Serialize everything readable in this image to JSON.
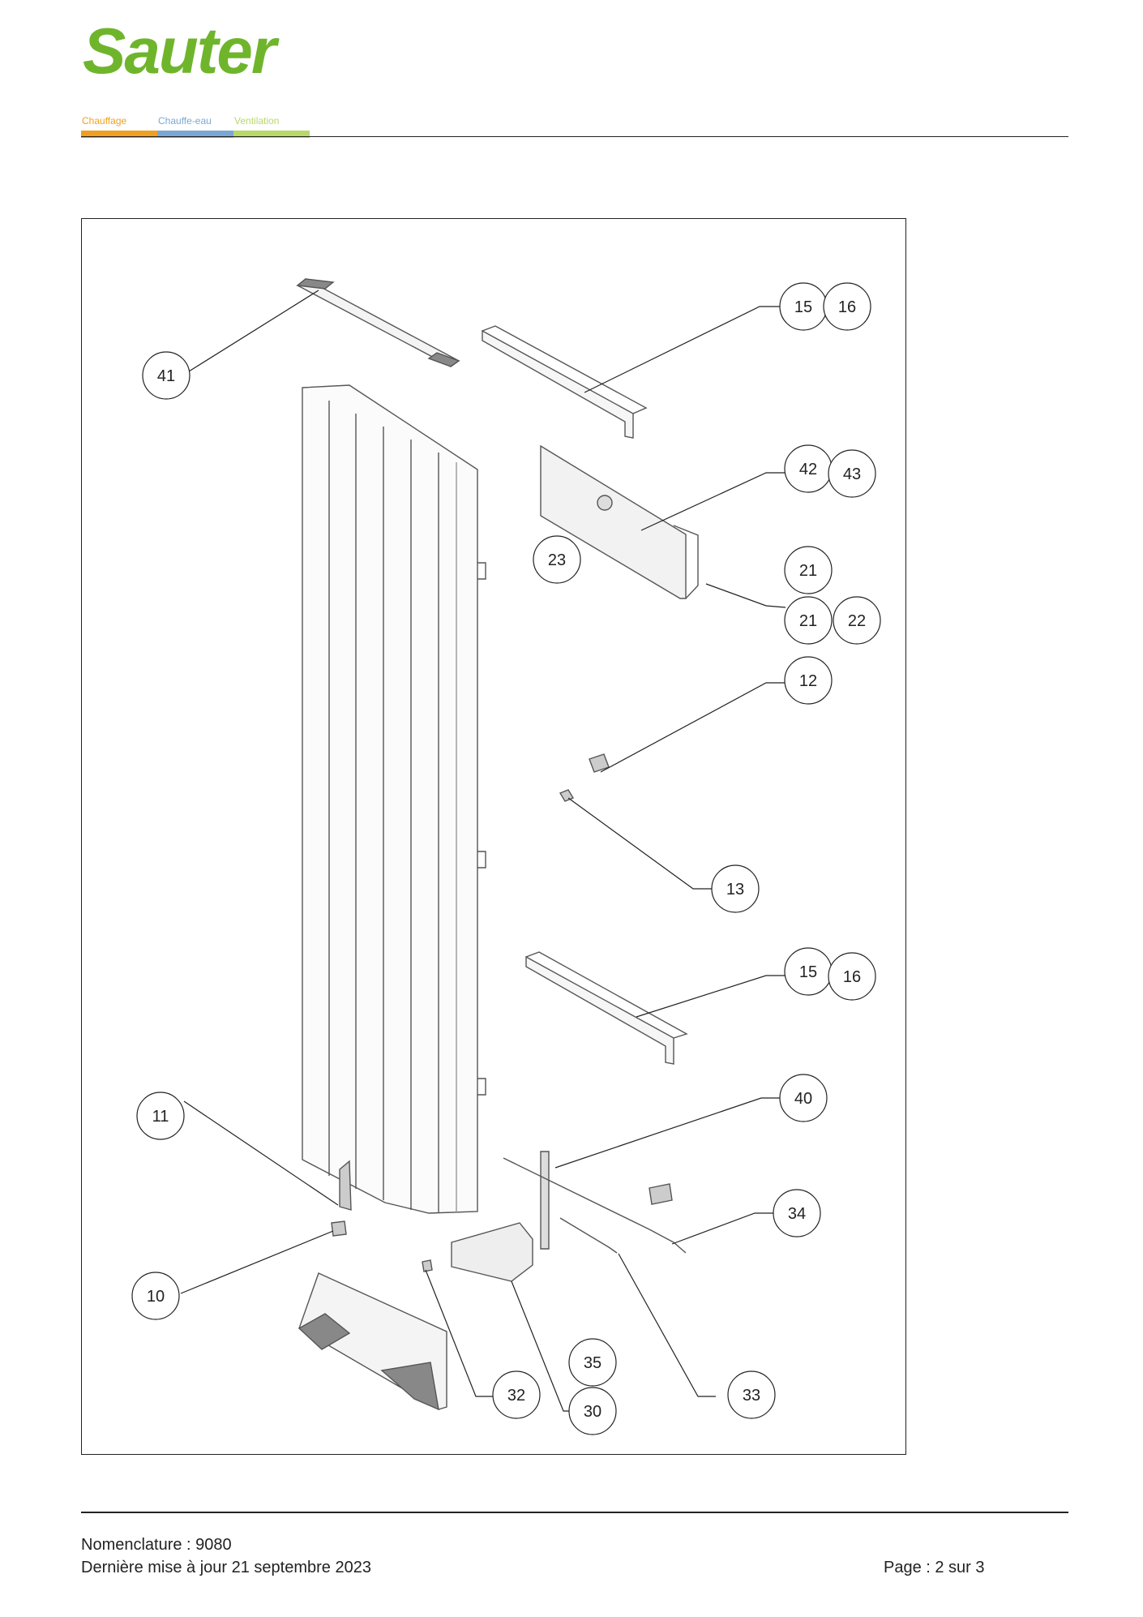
{
  "brand": {
    "name": "Sauter",
    "green": "#6fb52c"
  },
  "tabs": [
    {
      "label": "Chauffage",
      "color": "#f0a020"
    },
    {
      "label": "Chauffe-eau",
      "color": "#7aa8d6"
    },
    {
      "label": "Ventilation",
      "color": "#b8d86a"
    }
  ],
  "callouts": [
    "41",
    "15",
    "16",
    "42",
    "43",
    "23",
    "21",
    "21",
    "22",
    "12",
    "13",
    "15",
    "16",
    "40",
    "11",
    "34",
    "10",
    "35",
    "32",
    "30",
    "33"
  ],
  "footer": {
    "nomenclature": "Nomenclature : 9080",
    "updated": "Dernière mise à jour 21 septembre 2023",
    "page": "Page : 2 sur 3"
  }
}
